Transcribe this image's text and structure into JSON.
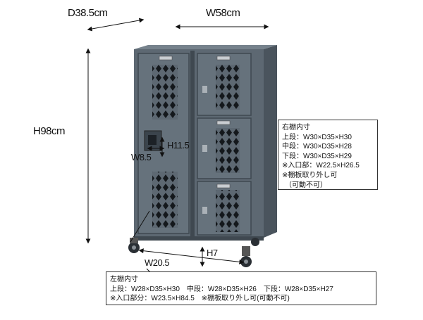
{
  "product": "locker cabinet",
  "colors": {
    "cabinet_body": "#5d6872",
    "cabinet_dark": "#3f4850",
    "cabinet_light": "#76828c",
    "vent_hole": "#14181c",
    "dimension_line": "#111111"
  },
  "dimensions": {
    "depth": "D38.5cm",
    "width": "W58cm",
    "height": "H98cm",
    "left_width": "W20.5",
    "caster_height": "H7",
    "handle_height": "H11.5",
    "handle_width": "W8.5"
  },
  "right_shelf_spec": {
    "title": "右棚内寸",
    "lines": [
      "上段：W30×D35×H30",
      "中段：W30×D35×H28",
      "下段：W30×D35×H29",
      "※入口部：W22.5×H26.5",
      "※棚板取り外し可",
      "（可動不可）"
    ]
  },
  "left_shelf_spec": {
    "title": "左棚内寸",
    "lines": [
      "上段：W28×D35×H30　中段：W28×D35×H26　下段：W28×D35×H27",
      "※入口部分：W23.5×H84.5　※棚板取り外し可(可動不可)"
    ]
  }
}
